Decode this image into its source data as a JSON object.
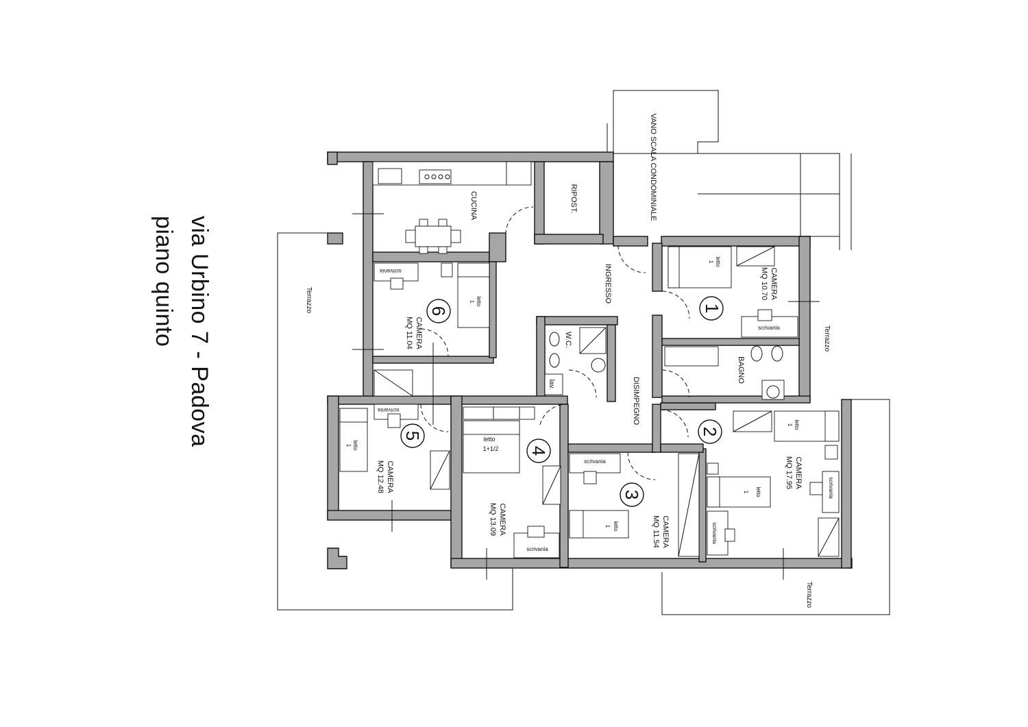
{
  "title": {
    "line1": "via Urbino 7 - Padova",
    "line2": "piano quinto"
  },
  "rooms": {
    "cucina": "CUCINA",
    "ripost": "RIPOST.",
    "vano_scala": "VANO SCALA CONDOMINIALE",
    "ingresso": "INGRESSO",
    "disimpegno": "DISIMPEGNO",
    "wc": "W.C.",
    "lav": "lav.",
    "bagno": "BAGNO",
    "terrazzo_left": "Terrazzo",
    "terrazzo_right": "Terrazzo",
    "terrazzo_bottom": "Terrazzo"
  },
  "camere": [
    {
      "number": "1",
      "name": "CAMERA",
      "area": "MQ 10.70",
      "beds": [
        {
          "label": "letto",
          "count": "1"
        }
      ],
      "desk": "scrivania"
    },
    {
      "number": "2",
      "name": "CAMERA",
      "area": "MQ 17.95",
      "beds": [
        {
          "label": "letto",
          "count": "1"
        },
        {
          "label": "letto",
          "count": "1"
        }
      ],
      "desks": [
        "scrivania",
        "scrivania"
      ]
    },
    {
      "number": "3",
      "name": "CAMERA",
      "area": "MQ 11.54",
      "beds": [
        {
          "label": "letto",
          "count": "1"
        }
      ],
      "desk": "scrivania"
    },
    {
      "number": "4",
      "name": "CAMERA",
      "area": "MQ 13.09",
      "beds": [
        {
          "label": "letto",
          "count": "1+1/2"
        }
      ],
      "desk": "scrivania"
    },
    {
      "number": "5",
      "name": "CAMERA",
      "area": "MQ 12.48",
      "beds": [
        {
          "label": "letto",
          "count": "1"
        }
      ],
      "desk": "scrivania"
    },
    {
      "number": "6",
      "name": "CAMERA",
      "area": "MQ 11.04",
      "beds": [
        {
          "label": "letto",
          "count": "1"
        }
      ],
      "desk": "scrivania"
    }
  ]
}
